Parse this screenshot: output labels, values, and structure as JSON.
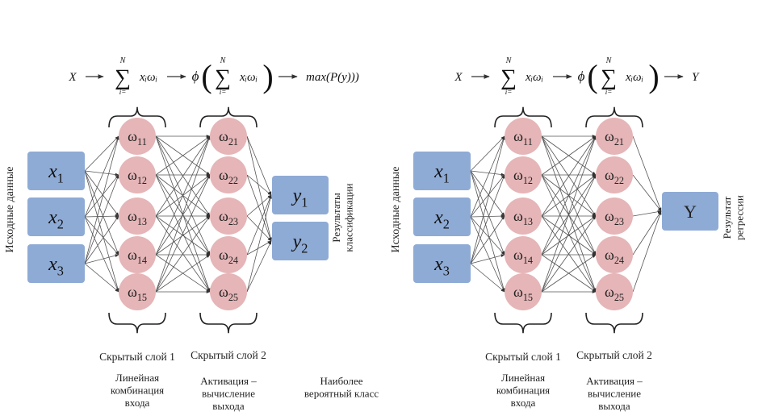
{
  "colors": {
    "input_box": "#8eabd5",
    "node": "#e5b5b7",
    "edge": "#555555"
  },
  "diagrams": [
    {
      "id": "classification",
      "formula": {
        "input": "X",
        "sum_upper": "N",
        "sum_lower": "i=",
        "sum_term": "xᵢωᵢ",
        "activation": "ϕ",
        "output": "max(P(y)))"
      },
      "input_axis_label": "Исходные данные",
      "inputs": [
        {
          "base": "x",
          "sub": "1"
        },
        {
          "base": "x",
          "sub": "2"
        },
        {
          "base": "x",
          "sub": "3"
        }
      ],
      "hidden1": [
        {
          "base": "ω",
          "sub": "11"
        },
        {
          "base": "ω",
          "sub": "12"
        },
        {
          "base": "ω",
          "sub": "13"
        },
        {
          "base": "ω",
          "sub": "14"
        },
        {
          "base": "ω",
          "sub": "15"
        }
      ],
      "hidden2": [
        {
          "base": "ω",
          "sub": "21"
        },
        {
          "base": "ω",
          "sub": "22"
        },
        {
          "base": "ω",
          "sub": "23"
        },
        {
          "base": "ω",
          "sub": "24"
        },
        {
          "base": "ω",
          "sub": "25"
        }
      ],
      "outputs": [
        {
          "base": "y",
          "sub": "1"
        },
        {
          "base": "y",
          "sub": "2"
        }
      ],
      "output_axis_label": [
        "Результаты",
        "классификации"
      ],
      "layer1_title": "Скрытый слой 1",
      "layer2_title": "Скрытый слой 2",
      "layer1_caption": [
        "Линейная",
        "комбинация",
        "входа"
      ],
      "layer2_caption": [
        "Активация –",
        "вычисление",
        "выхода"
      ],
      "output_caption": [
        "Наиболее",
        "вероятный класс"
      ]
    },
    {
      "id": "regression",
      "formula": {
        "input": "X",
        "sum_upper": "N",
        "sum_lower": "i=",
        "sum_term": "xᵢωᵢ",
        "activation": "ϕ",
        "output": "Y"
      },
      "input_axis_label": "Исходные данные",
      "inputs": [
        {
          "base": "x",
          "sub": "1"
        },
        {
          "base": "x",
          "sub": "2"
        },
        {
          "base": "x",
          "sub": "3"
        }
      ],
      "hidden1": [
        {
          "base": "ω",
          "sub": "11"
        },
        {
          "base": "ω",
          "sub": "12"
        },
        {
          "base": "ω",
          "sub": "13"
        },
        {
          "base": "ω",
          "sub": "14"
        },
        {
          "base": "ω",
          "sub": "15"
        }
      ],
      "hidden2": [
        {
          "base": "ω",
          "sub": "21"
        },
        {
          "base": "ω",
          "sub": "22"
        },
        {
          "base": "ω",
          "sub": "23"
        },
        {
          "base": "ω",
          "sub": "24"
        },
        {
          "base": "ω",
          "sub": "25"
        }
      ],
      "outputs": [
        {
          "base": "Y",
          "sub": ""
        }
      ],
      "output_axis_label": [
        "Результат",
        "регрессии"
      ],
      "layer1_title": "Скрытый слой 1",
      "layer2_title": "Скрытый слой 2",
      "layer1_caption": [
        "Линейная",
        "комбинация",
        "входа"
      ],
      "layer2_caption": [
        "Активация –",
        "вычисление",
        "выхода"
      ],
      "output_caption": []
    }
  ]
}
